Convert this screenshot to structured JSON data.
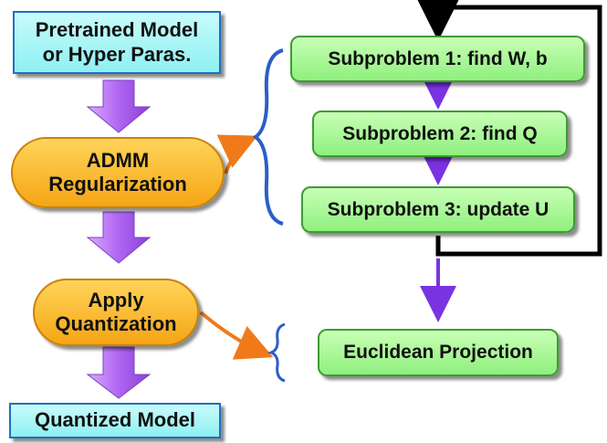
{
  "nodes": {
    "pretrained_line1": "Pretrained Model",
    "pretrained_line2": "or Hyper Paras.",
    "admm_line1": "ADMM",
    "admm_line2": "Regularization",
    "apply_line1": "Apply",
    "apply_line2": "Quantization",
    "quantized": "Quantized Model",
    "sub1": "Subproblem 1: find W, b",
    "sub2": "Subproblem 2: find Q",
    "sub3": "Subproblem 3: update U",
    "projection": "Euclidean Projection"
  },
  "colors": {
    "cyan_box": "#8ef0f2",
    "cyan_border": "#1f6fbf",
    "orange_pill": "#f5a514",
    "green_box": "#8ff07e",
    "purple_arrow": "#b06ff0",
    "orange_connector": "#f07a1a",
    "brace": "#2a5fc8",
    "loop": "#000000"
  }
}
